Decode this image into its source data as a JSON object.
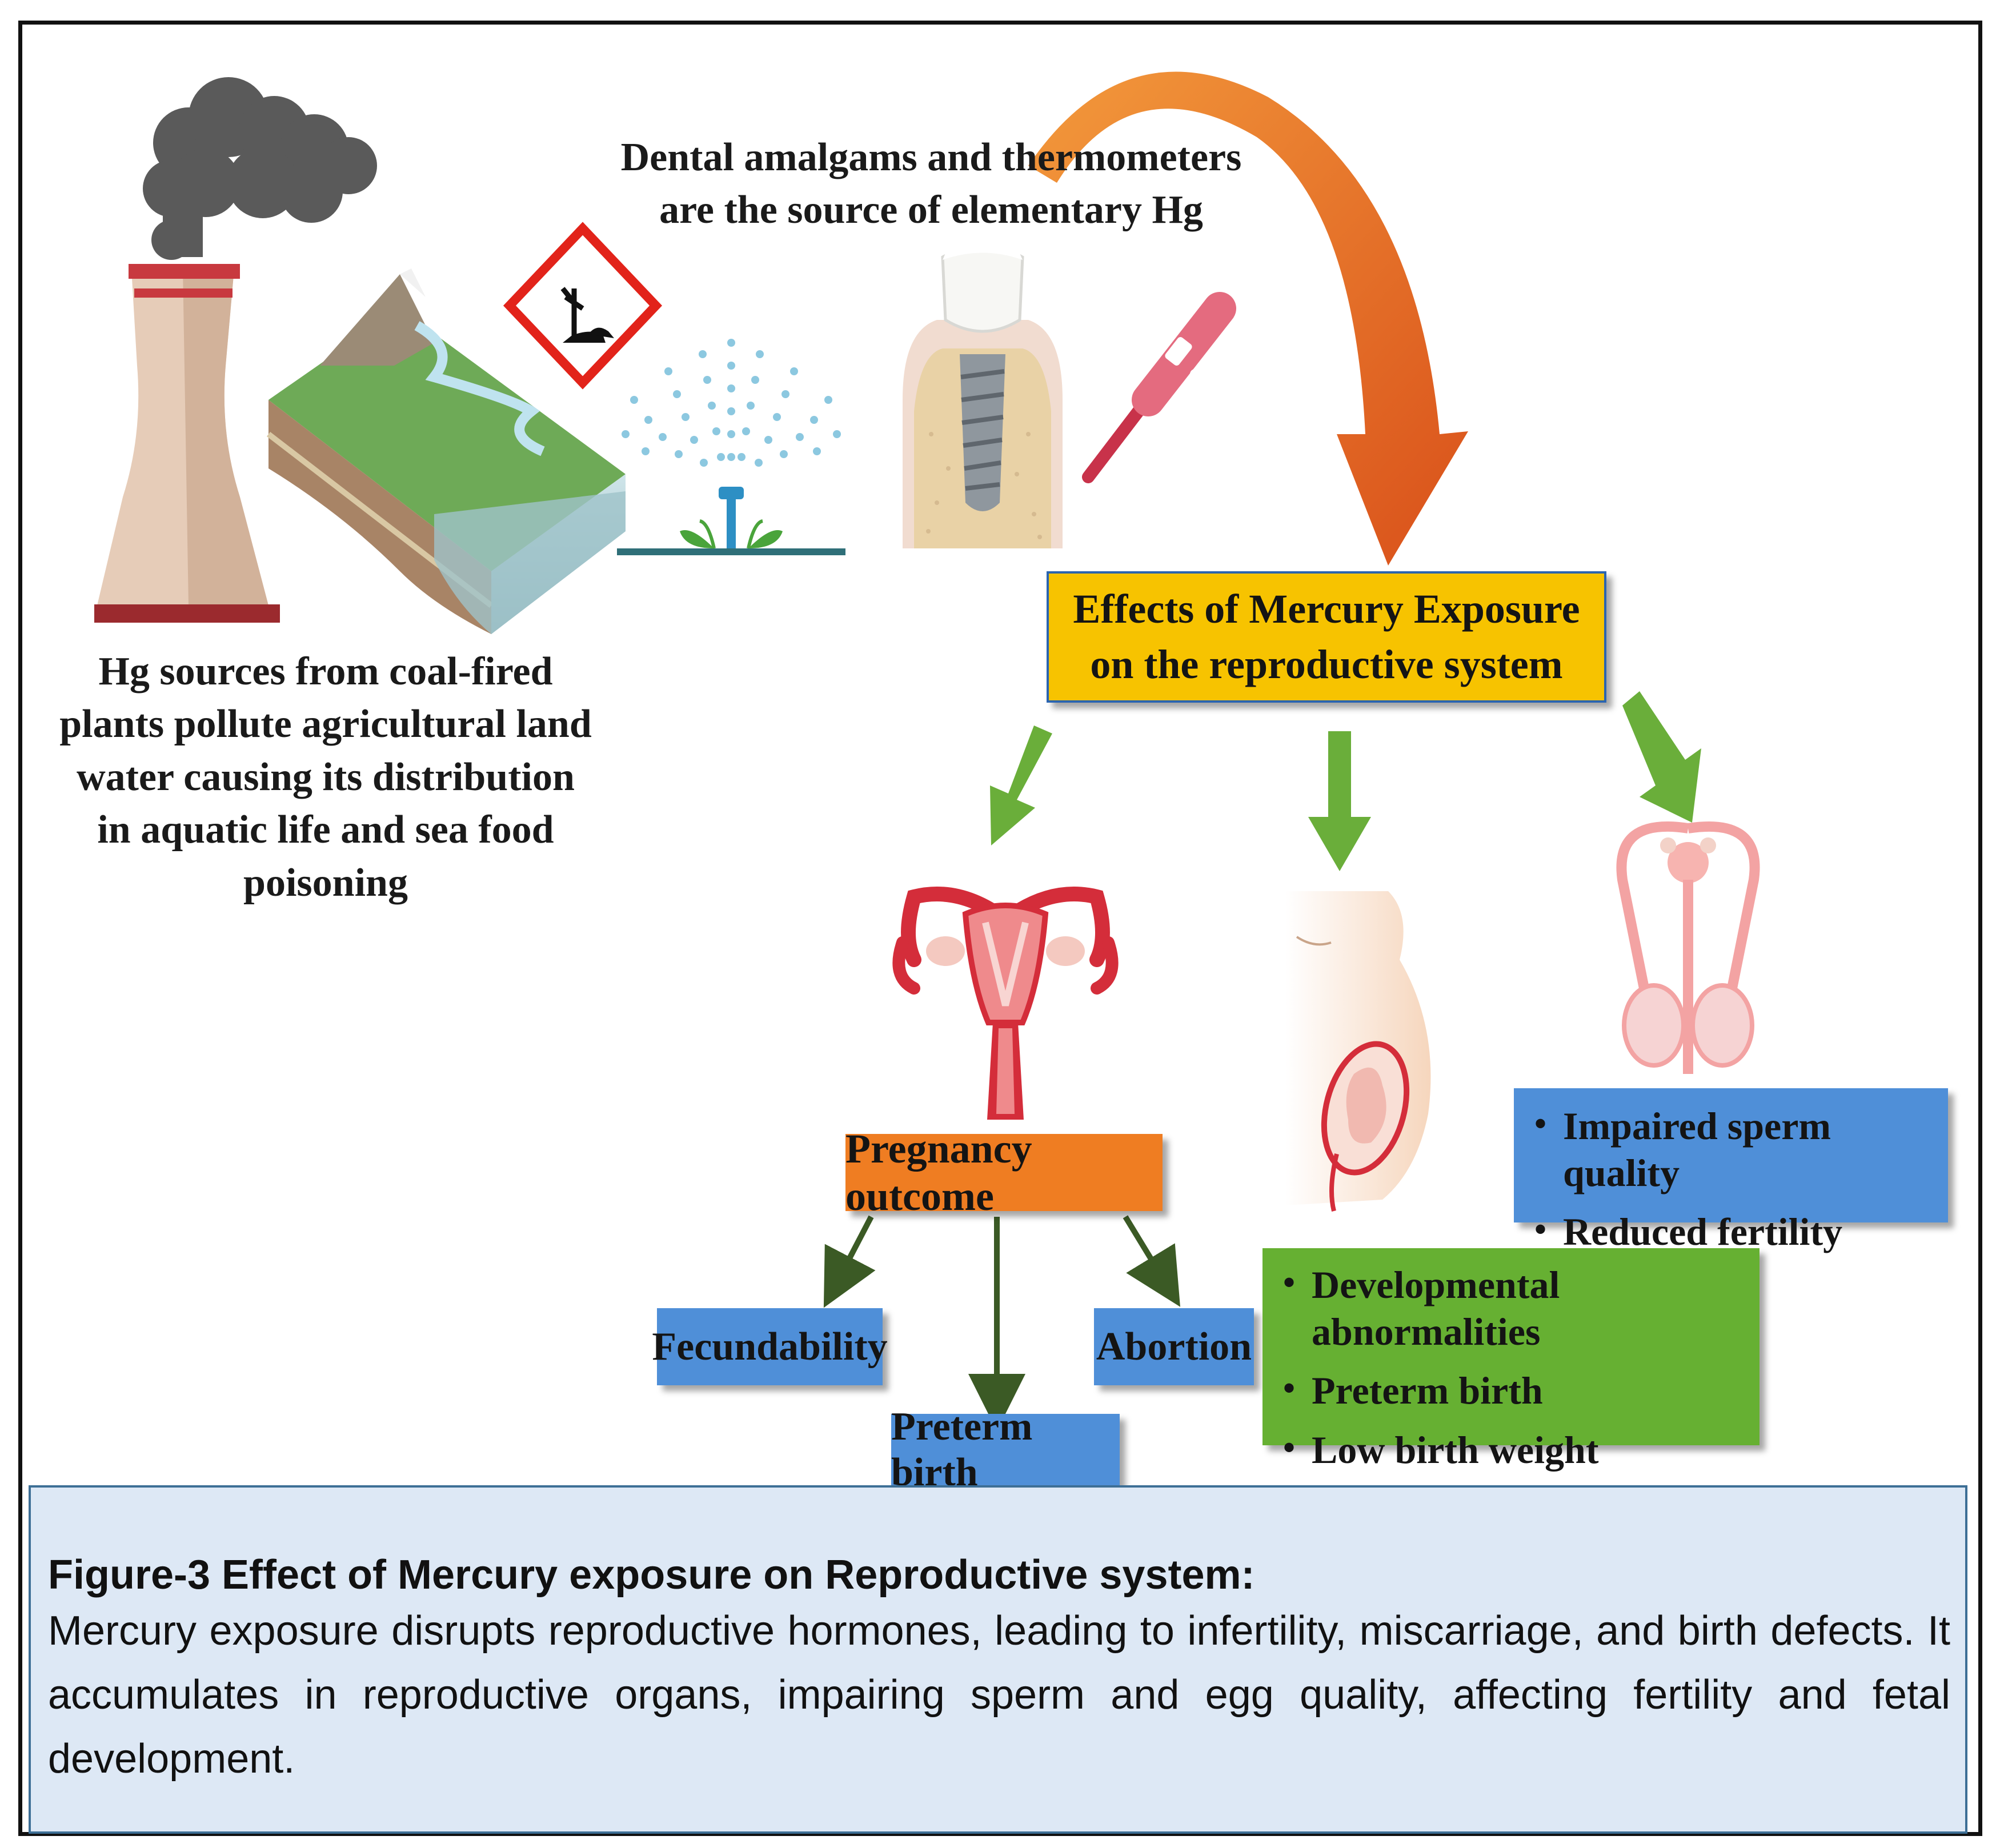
{
  "labels": {
    "dental_sources": "Dental amalgams and thermometers are the source of elementary Hg",
    "coal_sources": "Hg sources from coal-fired plants pollute agricultural land water causing its distribution in aquatic life and sea food poisoning",
    "main_effect": "Effects of  Mercury Exposure on the reproductive system",
    "pregnancy_outcome": "Pregnancy outcome",
    "fecundability": "Fecundability",
    "abortion": "Abortion",
    "preterm_birth": "Preterm birth"
  },
  "fetal_effects": [
    "Developmental abnormalities",
    "Preterm birth",
    "Low birth weight"
  ],
  "male_effects": [
    "Impaired sperm quality",
    "Reduced fertility"
  ],
  "caption": {
    "title": "Figure-3 Effect of Mercury exposure on Reproductive system:",
    "body": "Mercury exposure disrupts reproductive hormones, leading to infertility, miscarriage, and birth defects. It accumulates in reproductive organs, impairing sperm and egg quality, affecting fertility and fetal development."
  },
  "icons": [
    "factory-icon",
    "land-water-icon",
    "environmental-hazard-icon",
    "sprinkler-icon",
    "dental-implant-icon",
    "thermometer-icon",
    "female-reproductive-icon",
    "pregnant-abdomen-icon",
    "male-reproductive-icon"
  ],
  "colors": {
    "main_box": "#f7c300",
    "pregnancy_box": "#ef7d22",
    "blue_box": "#4f8fd8",
    "green_box": "#66b032",
    "green_arrow": "#6aae3a",
    "dark_arrow": "#3b5a25",
    "curved_arrow": "#e8651f",
    "caption_bg": "#dde8f5"
  }
}
